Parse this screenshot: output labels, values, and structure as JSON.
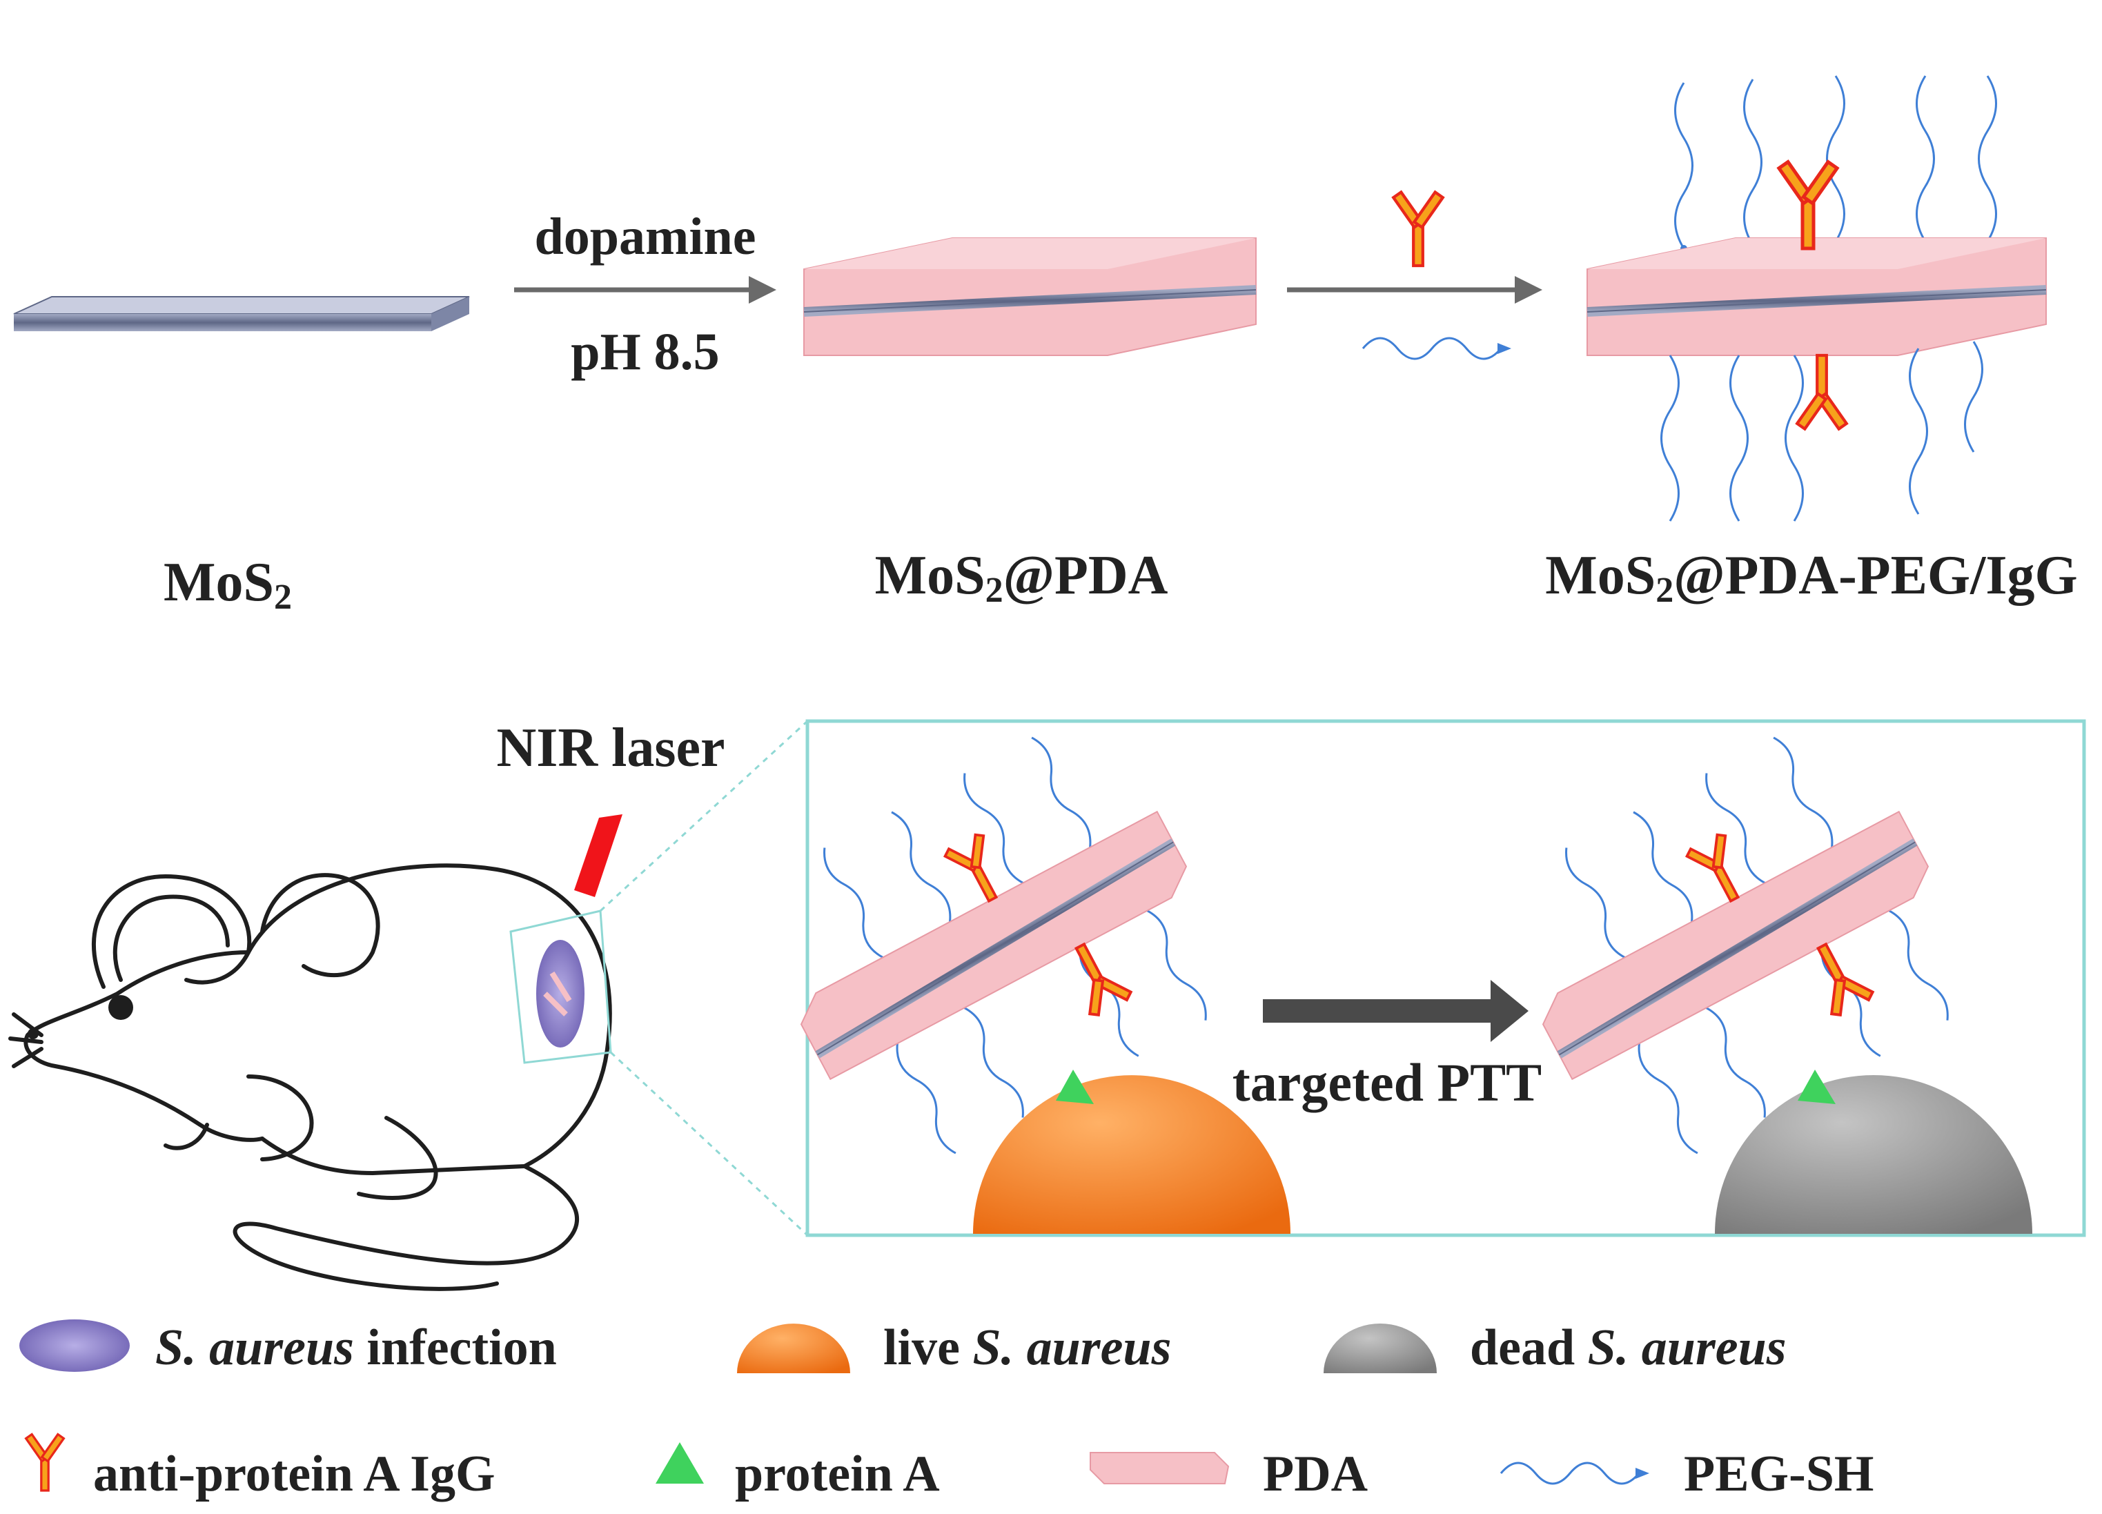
{
  "synthesis": {
    "step1_reagent": "dopamine",
    "step1_condition": "pH 8.5",
    "label_mos2_main": "MoS",
    "label_mos2_sub": "2",
    "label_pda_main": "MoS",
    "label_pda_sub": "2",
    "label_pda_rest": "@PDA",
    "label_final_main": "MoS",
    "label_final_sub": "2",
    "label_final_rest": "@PDA-PEG/IgG"
  },
  "treatment": {
    "laser_label": "NIR laser",
    "arrow_label": "targeted PTT"
  },
  "legend": {
    "infection_species": "S. aureus",
    "infection_rest": " infection",
    "live_prefix": "live ",
    "live_species": "S. aureus",
    "dead_prefix": "dead ",
    "dead_species": "S. aureus",
    "igg": "anti-protein A IgG",
    "protein_a": "protein A",
    "pda": "PDA",
    "peg": "PEG-SH"
  },
  "colors": {
    "pda_fill": "#f6c0c6",
    "pda_edge": "#e79aa4",
    "mos2_layer": "#7d86a6",
    "antibody_red": "#e8271b",
    "antibody_orange": "#f7a21b",
    "peg_blue": "#3f7fd6",
    "protein_green": "#3fd25d",
    "live_orange": "#f07a18",
    "dead_gray": "#8d8d8d",
    "infection_purple": "#8a7cc4",
    "box_teal": "#8fd8d4",
    "laser_red": "#f0141a",
    "arrow_gray": "#6a6a6a"
  }
}
